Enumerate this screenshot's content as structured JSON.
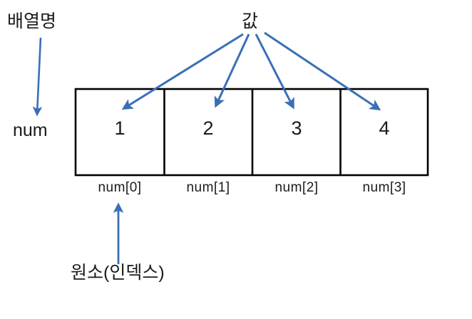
{
  "diagram": {
    "title_note": "Array structure illustration (Korean)",
    "accent_color": "#3a6fb6",
    "line_color": "#000000",
    "background": "#ffffff",
    "labels": {
      "array_name_caption": "배열명",
      "array_name_value": "num",
      "value_caption": "값",
      "element_caption": "원소(인덱스)"
    },
    "array": {
      "name": "num",
      "length": 4,
      "cells": [
        {
          "value": "1",
          "index_label": "num[0]"
        },
        {
          "value": "2",
          "index_label": "num[1]"
        },
        {
          "value": "3",
          "index_label": "num[2]"
        },
        {
          "value": "4",
          "index_label": "num[3]"
        }
      ]
    },
    "arrows": {
      "array_name_arrow": "배열명 → num",
      "value_arrows": "값 → each cell value",
      "element_arrow": "원소(인덱스) → num[0]"
    }
  }
}
